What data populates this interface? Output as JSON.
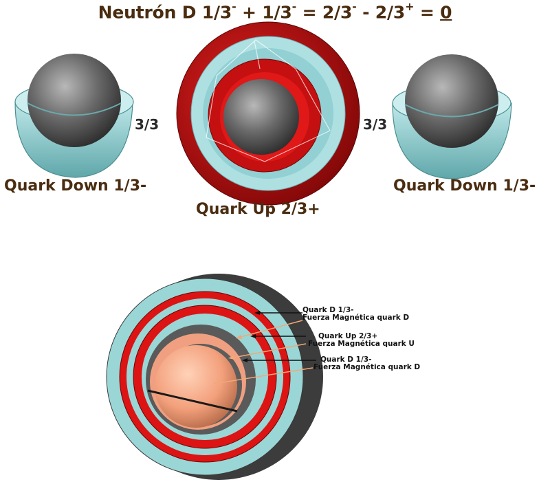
{
  "title": {
    "p1": "Neutrón D 1/3",
    "s1": "-",
    "p2": " + 1/3",
    "s2": "-",
    "p3": " = 2/3",
    "s3": "-",
    "p4": " - 2/3",
    "s4": "+",
    "p5": " = ",
    "zero": "0"
  },
  "labels": {
    "left_quark": "Quark Down 1/3-",
    "right_quark": "Quark Down 1/3-",
    "center_quark": "Quark Up 2/3+",
    "ratio_left": "3/3",
    "ratio_right": "3/3"
  },
  "annotations": [
    {
      "name": "Quark D 1/3-",
      "force": "Fuerza Magnética quark D"
    },
    {
      "name": "Quark Up 2/3+",
      "force": "Fuerza Magnética quark U"
    },
    {
      "name": "Quark D 1/3-",
      "force": "Fuerza Magnética quark D"
    }
  ],
  "colors": {
    "title_brown": "#4a2c10",
    "red_shell": "#cc0f0f",
    "cyan_shell": "#9ad6d6",
    "core_gray": "#555555",
    "core_salmon": "#f0a080"
  }
}
